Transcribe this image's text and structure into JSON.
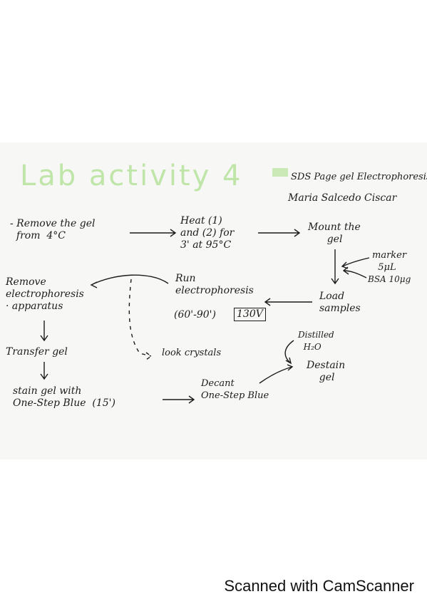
{
  "header": {
    "title": "Lab activity 4",
    "subtitle": "SDS Page gel Electrophoresis",
    "author": "Maria Salcedo Ciscar"
  },
  "steps": {
    "remove_gel": "- Remove the gel\n  from  4°C",
    "heat": "Heat (1)\nand (2) for\n3' at 95°C",
    "mount_gel": "Mount the\n      gel",
    "marker": "marker\n  5μL",
    "bsa": "BSA 10μg",
    "load_samples": "Load\nsamples",
    "run_electrophoresis": "Run\nelectrophoresis",
    "run_time": "(60'-90')",
    "run_voltage": "130V",
    "remove_apparatus": "Remove\nelectrophoresis\n· apparatus",
    "look_crystals": "look crystals",
    "transfer_gel": "Transfer gel",
    "stain_gel": "stain gel with\nOne-Step Blue  (15')",
    "decant": "Decant\nOne-Step Blue",
    "distilled_water": "Distilled\n  H₂O",
    "destain_gel": "Destain\n    gel"
  },
  "footer": {
    "scanner_text": "Scanned with CamScanner"
  },
  "colors": {
    "title_green": "#bfe6a8",
    "ink": "#1c1c1c"
  }
}
